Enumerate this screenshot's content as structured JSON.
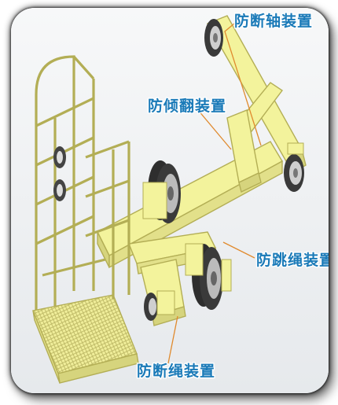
{
  "labels": {
    "anti_shaft_break": "防断轴装置",
    "anti_tipping": "防倾翻装置",
    "anti_rope_jump": "防跳绳装置",
    "anti_rope_break": "防断绳装置"
  },
  "colors": {
    "frame_yellow": "#f3f39c",
    "frame_outline": "#b3ae55",
    "wheel_dark": "#333333",
    "label_blue": "#1a7ab8",
    "leader_line": "#e08a2e",
    "background": "#f2f4f6"
  }
}
